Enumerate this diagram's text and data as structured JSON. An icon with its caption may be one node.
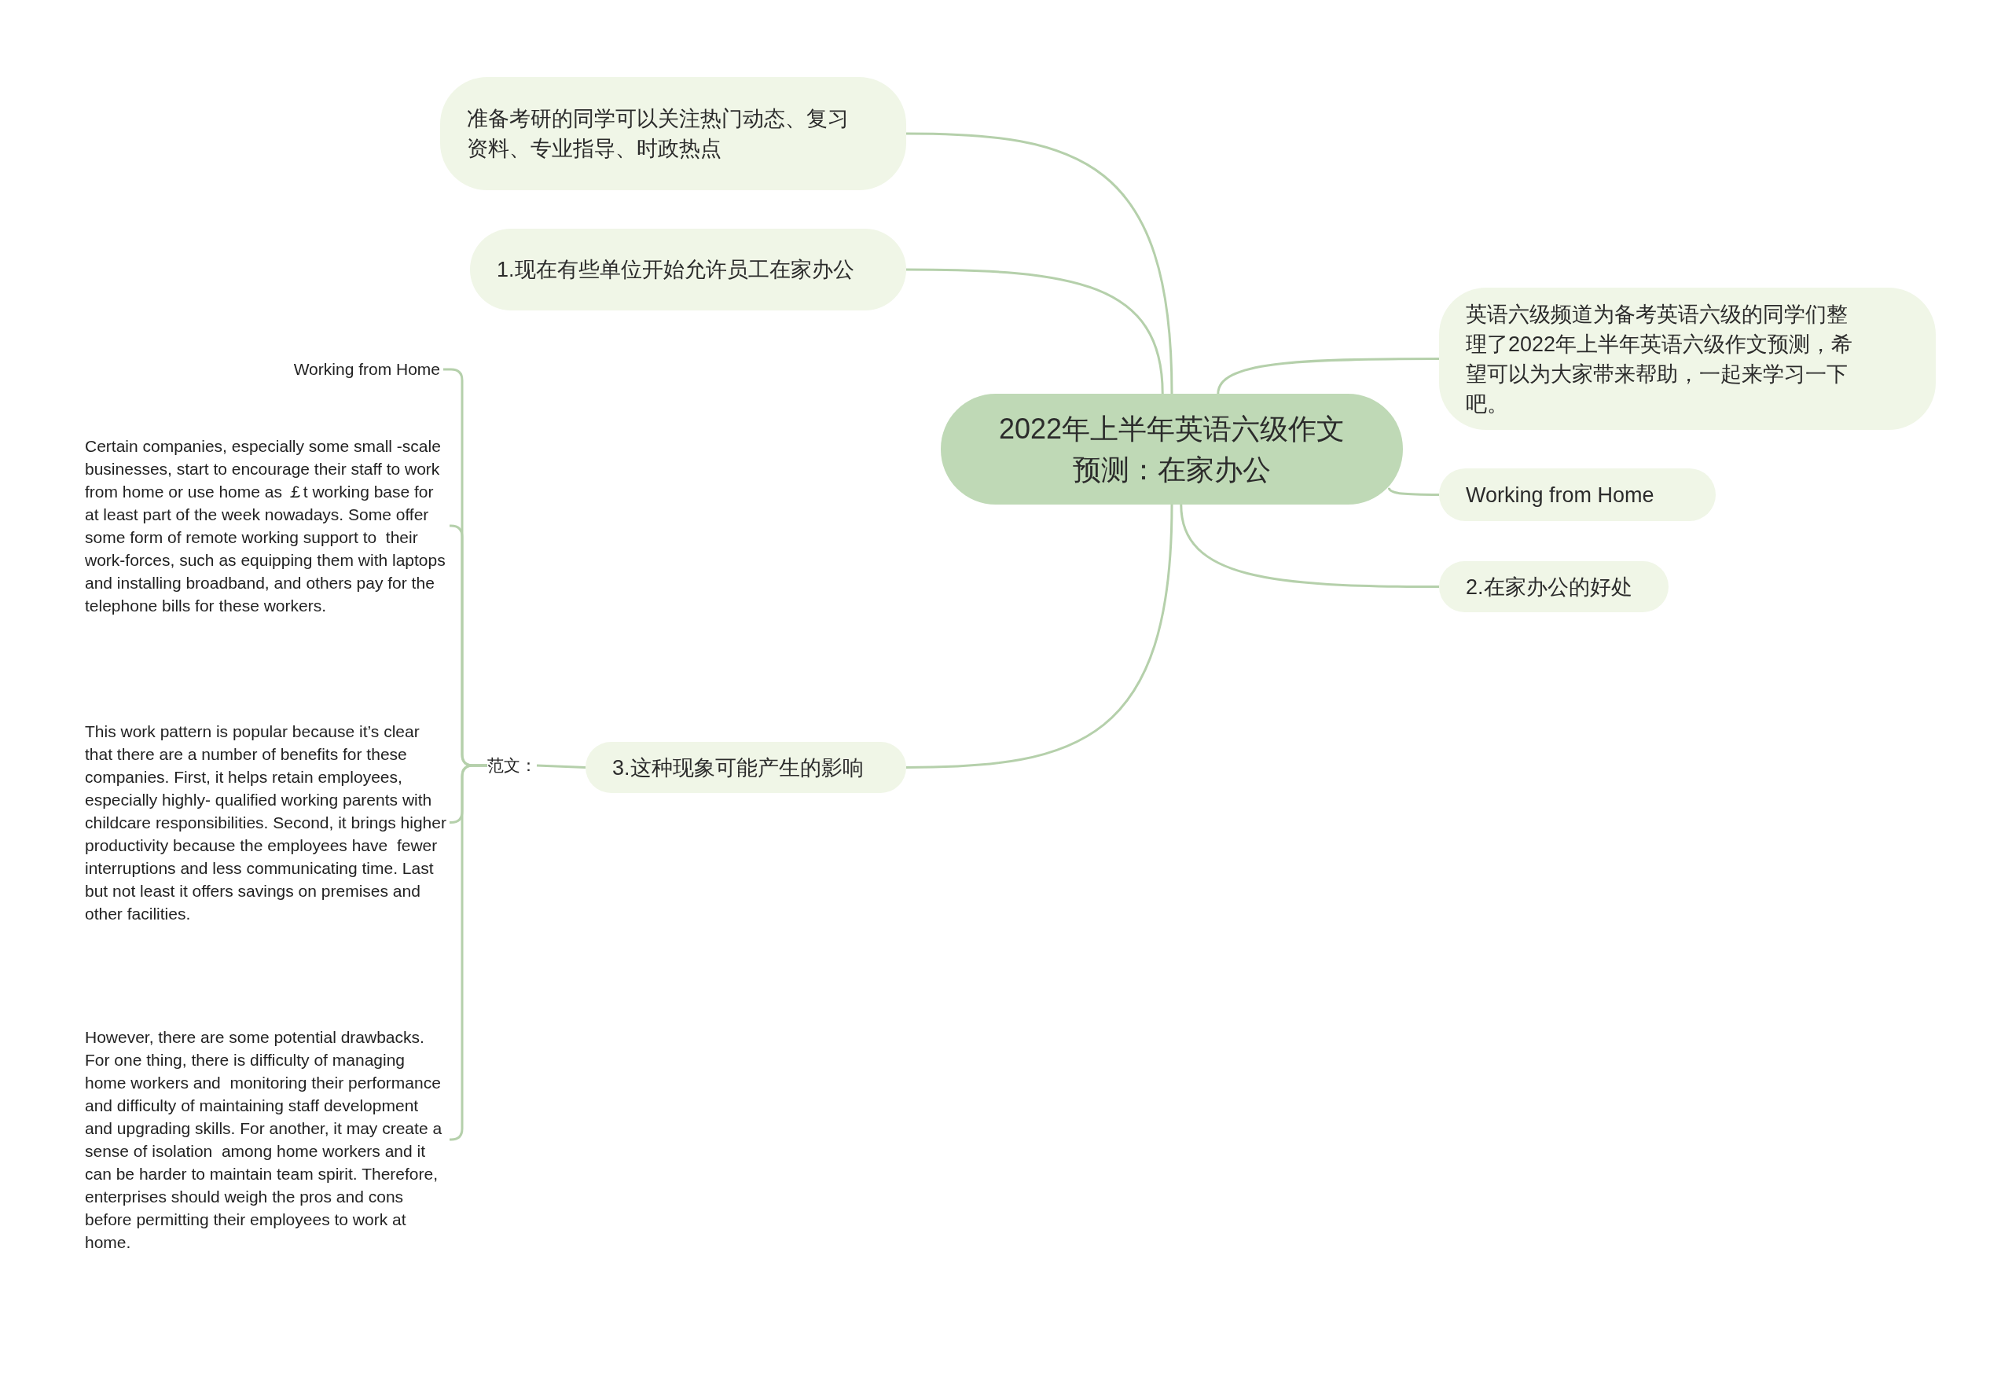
{
  "diagram": {
    "nodes": [
      {
        "text": [
          "2022年上半年英语六级作文预测：在家办公"
        ]
      },
      {
        "text": [
          "准备考研的同学可以关注热门动态、复习资料、专业指导、时政热点"
        ]
      },
      {
        "text": [
          "1.现在有些单位开始允许员工在家办公"
        ]
      },
      {
        "text": [
          "英语六级频道为备考英语六级的同学们整理了2022年上半年英语六级作文预测，希望可以为大家带来帮助，一起来学习一下吧。"
        ]
      },
      {
        "text": [
          "Working from Home"
        ]
      },
      {
        "text": [
          "2.在家办公的好处"
        ]
      },
      {
        "text": [
          "3.这种现象可能产生的影响"
        ]
      },
      {
        "text": [
          "范文："
        ]
      },
      {
        "text": [
          "Working from Home"
        ]
      },
      {
        "text": [
          "Certain companies, especially some small -scale businesses, start to encourage their staff to work from home or use home as ￡t working base for at least part of the week nowadays. Some offer some form of remote working support to  their work-forces, such as equipping them with laptops and installing broadband, and others pay for the telephone bills for these workers."
        ]
      },
      {
        "text": [
          "This work pattern is popular because it’s clear that there are a number of benefits for these companies. First, it helps retain employees, especially highly- qualified working parents with childcare responsibilities. Second, it brings higher productivity because the employees have  fewer interruptions and less communicating time. Last but not least it offers savings on premises and other facilities."
        ]
      },
      {
        "text": [
          "However, there are some potential drawbacks. For one thing, there is difficulty of managing home workers and  monitoring their performance and difficulty of maintaining staff development and upgrading skills. For another, it may create a sense of isolation  among home workers and it can be harder to maintain team spirit. Therefore,  enterprises should weigh the pros and cons before permitting their employees to work at home."
        ]
      }
    ],
    "edges": [
      {
        "from": 0,
        "to": 1,
        "arrow": "none"
      },
      {
        "from": 0,
        "to": 2,
        "arrow": "none"
      },
      {
        "from": 0,
        "to": 3,
        "arrow": "none"
      },
      {
        "from": 0,
        "to": 4,
        "arrow": "none"
      },
      {
        "from": 0,
        "to": 5,
        "arrow": "none"
      },
      {
        "from": 0,
        "to": 6,
        "arrow": "none"
      },
      {
        "from": 6,
        "to": 7,
        "arrow": "none"
      },
      {
        "from": 7,
        "to": 8,
        "arrow": "none"
      },
      {
        "from": 7,
        "to": 9,
        "arrow": "none"
      },
      {
        "from": 7,
        "to": 10,
        "arrow": "none"
      },
      {
        "from": 7,
        "to": 11,
        "arrow": "none"
      }
    ]
  }
}
